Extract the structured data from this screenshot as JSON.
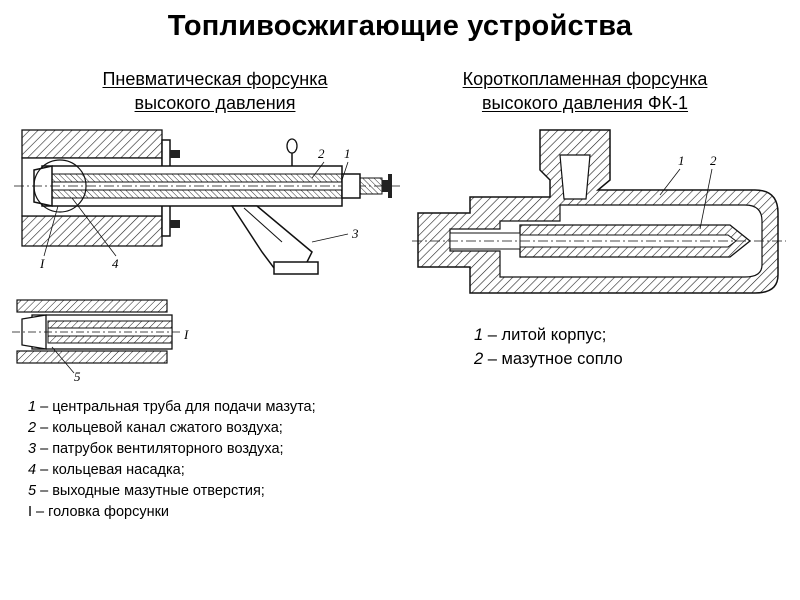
{
  "title": "Топливосжигающие устройства",
  "left": {
    "heading_line1": "Пневматическая форсунка",
    "heading_line2": "высокого давления",
    "figure_labels": {
      "n1": "1",
      "n2": "2",
      "n3": "3",
      "n4": "4",
      "n5": "5",
      "roman": "I"
    },
    "legend": [
      {
        "num": "1",
        "text": " – центральная труба для подачи мазута;"
      },
      {
        "num": "2",
        "text": " – кольцевой канал сжатого воздуха;"
      },
      {
        "num": "3",
        "text": " – патрубок вентиляторного воздуха;"
      },
      {
        "num": "4",
        "text": " – кольцевая насадка;"
      },
      {
        "num": "5",
        "text": " – выходные мазутные отверстия;"
      },
      {
        "num": "I",
        "text": " – головка форсунки"
      }
    ]
  },
  "right": {
    "heading_line1": "Короткопламенная форсунка",
    "heading_line2": "высокого давления ФК-1",
    "figure_labels": {
      "n1": "1",
      "n2": "2"
    },
    "legend": [
      {
        "num": "1",
        "text": " – литой корпус;"
      },
      {
        "num": "2",
        "text": " – мазутное сопло"
      }
    ]
  }
}
